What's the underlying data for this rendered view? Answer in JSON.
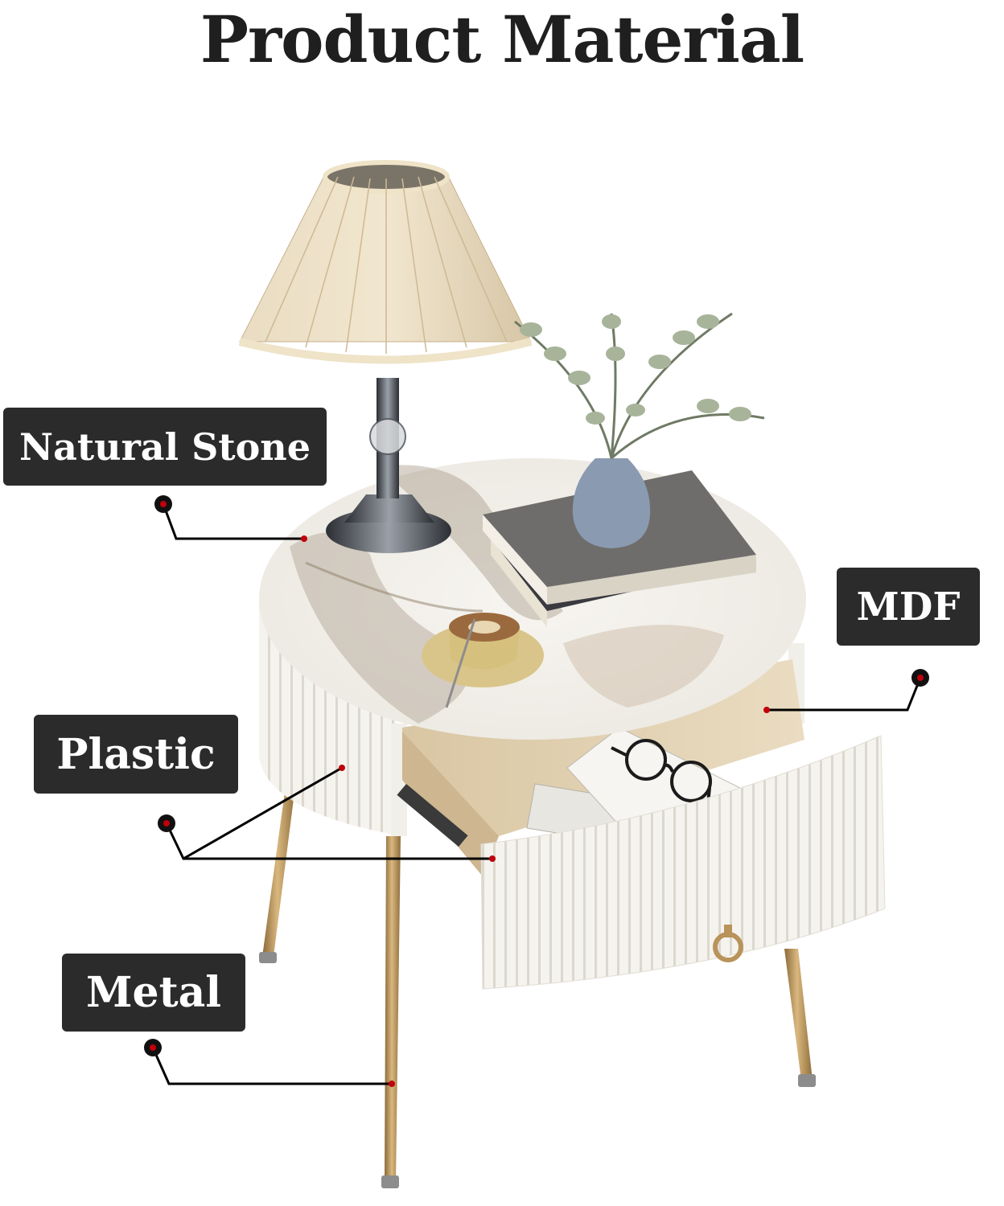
{
  "title": "Product Material",
  "labels": {
    "natural_stone": "Natural Stone",
    "mdf": "MDF",
    "plastic": "Plastic",
    "metal": "Metal"
  },
  "colors": {
    "label_background": "#2b2b2b",
    "label_text": "#ffffff",
    "title_text": "#1f1f1f",
    "marker_dot": "#c0000a",
    "leader_line": "#000000",
    "table_white": "#f6f4ef",
    "leg_gold": "#b8935a",
    "wood_interior": "#e2d3b6"
  },
  "icons": [
    "table-lamp-illustration",
    "plant-vase-illustration",
    "books-illustration",
    "coffee-cup-illustration",
    "eyeglasses-illustration"
  ]
}
